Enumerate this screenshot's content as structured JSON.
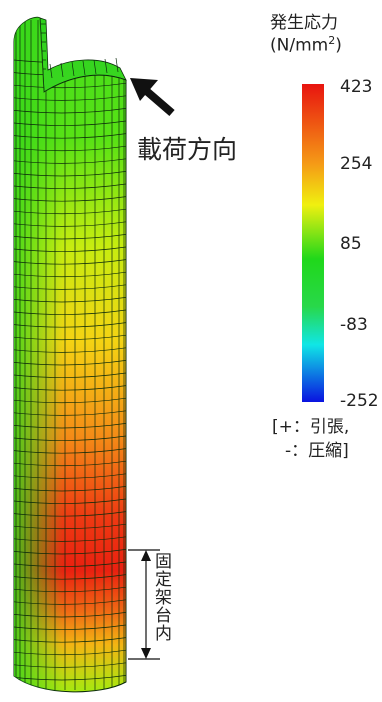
{
  "legend": {
    "title": "発生応力",
    "unit_open": "(N/mm",
    "unit_sup": "2",
    "unit_close": ")",
    "ticks": [
      "423",
      "254",
      "85",
      "-83",
      "-252"
    ],
    "note_line1": "[+：引張,",
    "note_line2": "-：圧縮]",
    "colors": {
      "top": "#e8140f",
      "orange": "#f59a16",
      "yellow": "#f0f010",
      "green": "#20d81a",
      "cyan": "#10e6e6",
      "blue": "#0a12e0"
    }
  },
  "annotations": {
    "load_direction": "載荷方向",
    "fixed_zone": "固定架台内"
  },
  "model": {
    "stress_profile": [
      {
        "segment": "top",
        "value_range": [
          85,
          150
        ]
      },
      {
        "segment": "upper",
        "value_range": [
          100,
          220
        ]
      },
      {
        "segment": "middle",
        "value_range": [
          150,
          330
        ]
      },
      {
        "segment": "peak",
        "value_range": [
          300,
          423
        ]
      },
      {
        "segment": "fixed_lower",
        "value_range": [
          120,
          330
        ]
      }
    ]
  }
}
